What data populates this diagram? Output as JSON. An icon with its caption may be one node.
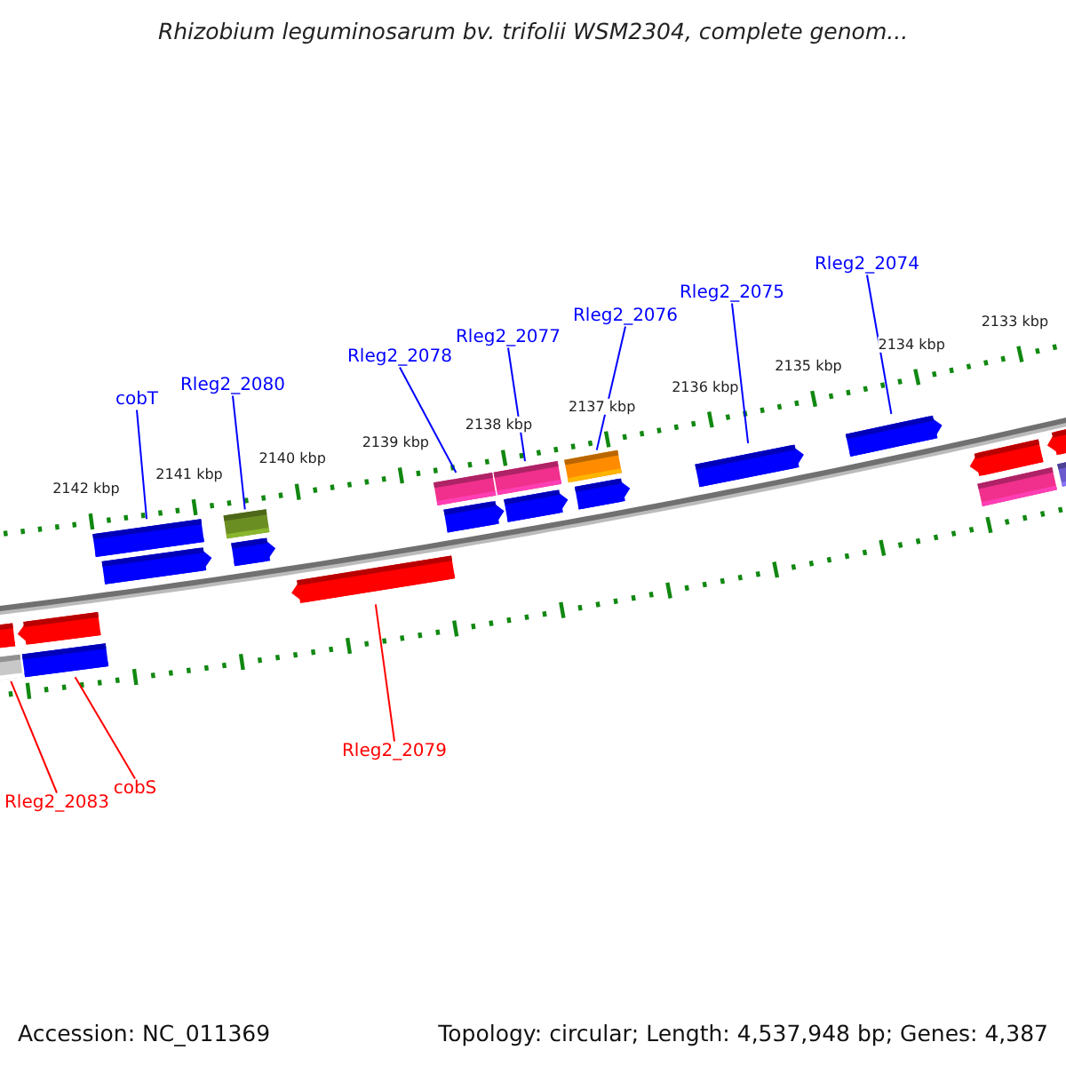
{
  "diagram": {
    "title": "Rhizobium leguminosarum bv. trifolii WSM2304, complete genom...",
    "nodes": [
      {
        "text": [
          "Rleg2_2074"
        ]
      },
      {
        "text": [
          "Rleg2_2075"
        ]
      },
      {
        "text": [
          "Rleg2_2076"
        ]
      },
      {
        "text": [
          "Rleg2_2077"
        ]
      },
      {
        "text": [
          "Rleg2_2078"
        ]
      },
      {
        "text": [
          "Rleg2_2080"
        ]
      },
      {
        "text": [
          "cobT"
        ]
      },
      {
        "text": [
          "Rleg2_2079"
        ]
      },
      {
        "text": [
          "cobS"
        ]
      },
      {
        "text": [
          "Rleg2_2083"
        ]
      },
      {
        "text": [],
        "shape": "arrow"
      },
      {
        "text": [],
        "shape": "bar"
      },
      {
        "text": [],
        "shape": "arrow"
      },
      {
        "text": [],
        "shape": "bar"
      },
      {
        "text": [],
        "shape": "bar"
      },
      {
        "text": [],
        "shape": "arrow"
      },
      {
        "text": [],
        "shape": "bar"
      },
      {
        "text": [],
        "shape": "arrow"
      },
      {
        "text": [],
        "shape": "arrow"
      },
      {
        "text": [],
        "shape": "bar"
      },
      {
        "text": [],
        "shape": "bar"
      },
      {
        "text": [],
        "shape": "arrow"
      },
      {
        "text": [],
        "shape": "arrow"
      },
      {
        "text": [],
        "shape": "bar"
      },
      {
        "text": [],
        "shape": "arrow"
      },
      {
        "text": [],
        "shape": "arrow"
      },
      {
        "text": [],
        "shape": "arrow"
      },
      {
        "text": [],
        "shape": "arrow"
      },
      {
        "text": [],
        "shape": "bar"
      },
      {
        "text": [],
        "shape": "arrow"
      },
      {
        "text": [],
        "shape": "bar"
      }
    ],
    "edges": [
      {
        "from": 0,
        "to": 26,
        "arrow": "none"
      },
      {
        "from": 1,
        "to": 25,
        "arrow": "none"
      },
      {
        "from": 2,
        "to": 23,
        "arrow": "none"
      },
      {
        "from": 3,
        "to": 20,
        "arrow": "none"
      },
      {
        "from": 4,
        "to": 19,
        "arrow": "none"
      },
      {
        "from": 5,
        "to": 16,
        "arrow": "none"
      },
      {
        "from": 6,
        "to": 14,
        "arrow": "none"
      },
      {
        "from": 7,
        "to": 18,
        "arrow": "none",
        "color": "#ff0000"
      },
      {
        "from": 8,
        "to": 13,
        "arrow": "none",
        "color": "#ff0000"
      },
      {
        "from": 9,
        "to": 11,
        "arrow": "none",
        "color": "#ff0000"
      }
    ],
    "labels": [
      "2142 kbp",
      "2141 kbp",
      "2140 kbp",
      "2139 kbp",
      "2138 kbp",
      "2137 kbp",
      "2136 kbp",
      "2135 kbp",
      "2134 kbp",
      "2133 kbp",
      "Accession: NC_011369",
      "Topology: circular; Length: 4,537,948 bp; Genes: 4,387"
    ]
  }
}
